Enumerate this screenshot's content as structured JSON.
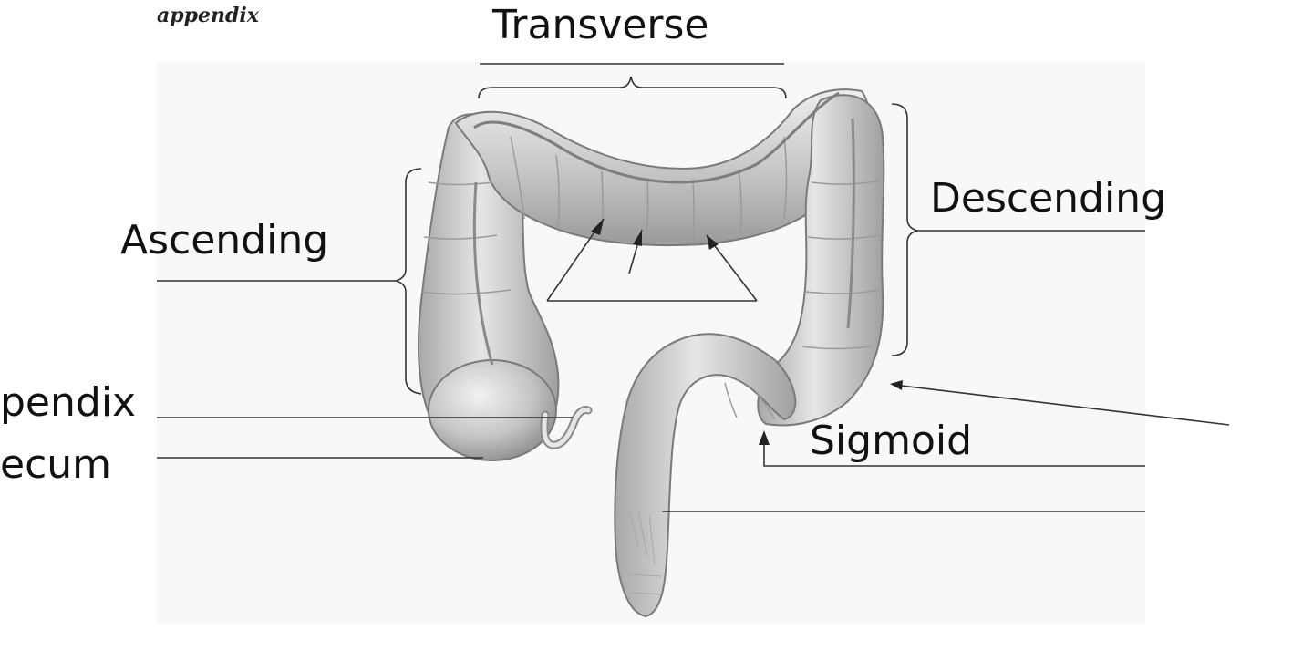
{
  "caption": "appendix",
  "labels": {
    "transverse": "Transverse",
    "ascending": "Ascending",
    "descending": "Descending",
    "appendix": "pendix",
    "cecum": "ecum",
    "sigmoid": "Sigmoid"
  },
  "colors": {
    "background": "#ffffff",
    "panel": "#f8f8f8",
    "colon_fill": "#c9c9c9",
    "colon_light": "#e8e8e8",
    "colon_shadow": "#8a8a8a",
    "line": "#333333",
    "text": "#111111"
  }
}
